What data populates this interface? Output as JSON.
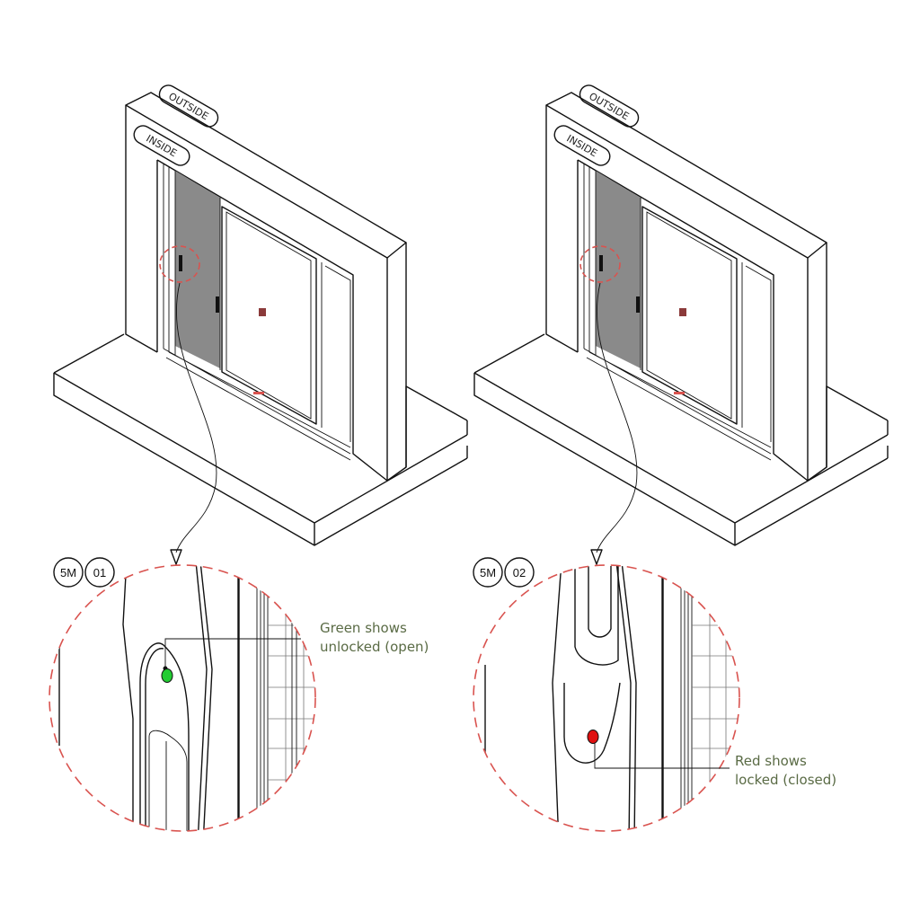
{
  "labels": {
    "outside": "OUTSIDE",
    "inside": "INSIDE"
  },
  "details": [
    {
      "ref_sheet": "5M",
      "ref_number": "01",
      "note_line1": "Green shows",
      "note_line2": "unlocked (open)",
      "indicator_color": "#22cc33"
    },
    {
      "ref_sheet": "5M",
      "ref_number": "02",
      "note_line1": "Red shows",
      "note_line2": "locked (closed)",
      "indicator_color": "#e01010"
    }
  ],
  "colors": {
    "detail_circle": "#d9534f",
    "note_text": "#5a6b45",
    "screen_mesh": "#8a8a8a"
  }
}
